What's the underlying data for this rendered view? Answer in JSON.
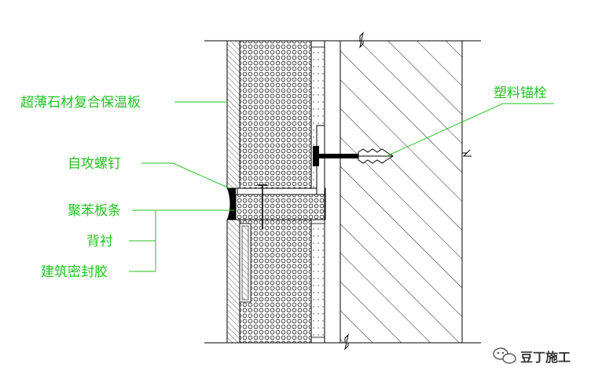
{
  "labels": {
    "insulation_board": "超薄石材复合保温板",
    "self_tapping_screw": "自攻螺钉",
    "polystyrene_strip": "聚苯板条",
    "backing": "背衬",
    "building_sealant": "建筑密封胶",
    "plastic_anchor": "塑料锚栓"
  },
  "watermark": {
    "text": "豆丁施工",
    "icon": "chat-bubble-icon"
  },
  "colors": {
    "label_text": "#22c322",
    "leader_line": "#22c322",
    "line_work": "#000000",
    "background": "#ffffff"
  }
}
